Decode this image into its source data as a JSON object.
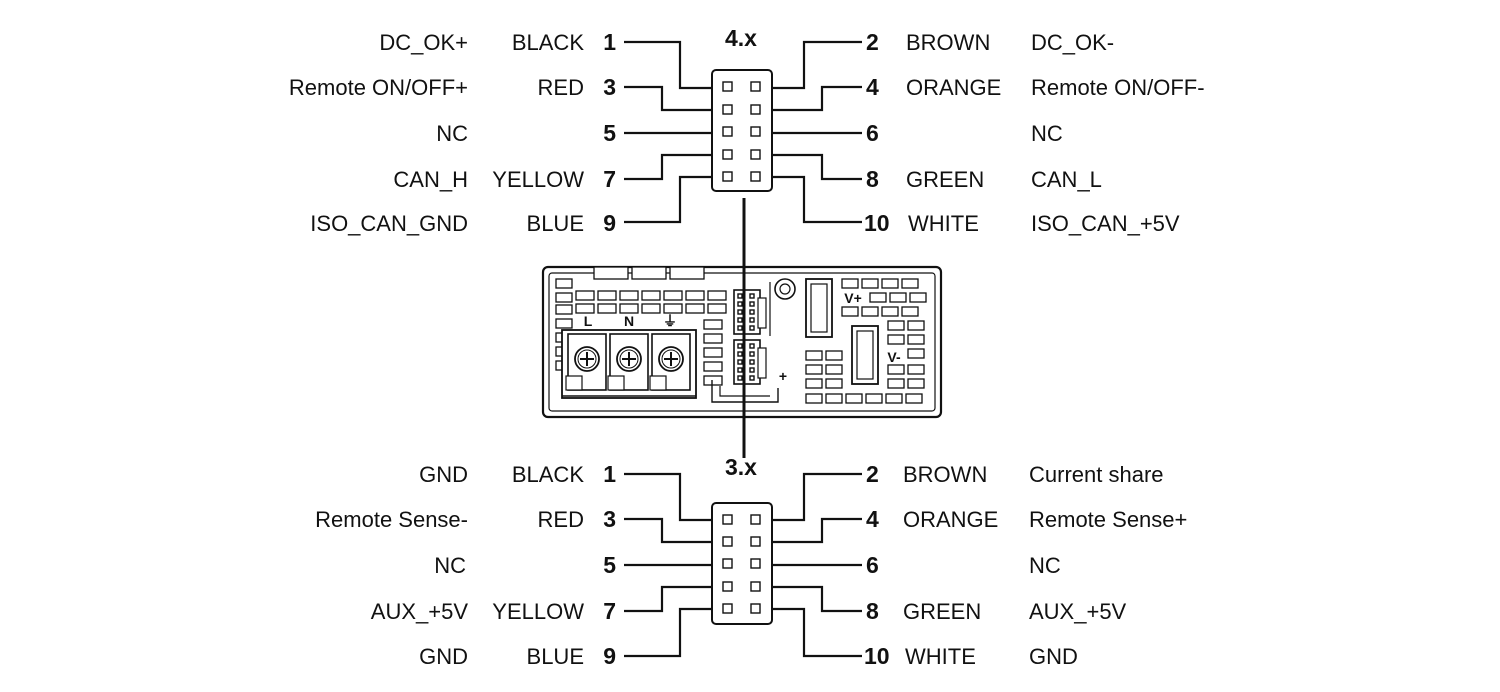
{
  "connectors": [
    {
      "id": "upper",
      "title": "4.x",
      "pins": [
        {
          "num": "1",
          "color": "BLACK",
          "signal": "DC_OK+"
        },
        {
          "num": "2",
          "color": "BROWN",
          "signal": "DC_OK-"
        },
        {
          "num": "3",
          "color": "RED",
          "signal": "Remote ON/OFF+"
        },
        {
          "num": "4",
          "color": "ORANGE",
          "signal": "Remote ON/OFF-"
        },
        {
          "num": "5",
          "color": "",
          "signal": "NC"
        },
        {
          "num": "6",
          "color": "",
          "signal": "NC"
        },
        {
          "num": "7",
          "color": "YELLOW",
          "signal": "CAN_H"
        },
        {
          "num": "8",
          "color": "GREEN",
          "signal": "CAN_L"
        },
        {
          "num": "9",
          "color": "BLUE",
          "signal": "ISO_CAN_GND"
        },
        {
          "num": "10",
          "color": "WHITE",
          "signal": "ISO_CAN_+5V"
        }
      ]
    },
    {
      "id": "lower",
      "title": "3.x",
      "pins": [
        {
          "num": "1",
          "color": "BLACK",
          "signal": "GND"
        },
        {
          "num": "2",
          "color": "BROWN",
          "signal": "Current share"
        },
        {
          "num": "3",
          "color": "RED",
          "signal": "Remote Sense-"
        },
        {
          "num": "4",
          "color": "ORANGE",
          "signal": "Remote Sense+"
        },
        {
          "num": "5",
          "color": "",
          "signal": "NC"
        },
        {
          "num": "6",
          "color": "",
          "signal": "NC"
        },
        {
          "num": "7",
          "color": "YELLOW",
          "signal": "AUX_+5V"
        },
        {
          "num": "8",
          "color": "GREEN",
          "signal": "AUX_+5V"
        },
        {
          "num": "9",
          "color": "BLUE",
          "signal": "GND"
        },
        {
          "num": "10",
          "color": "WHITE",
          "signal": "GND"
        }
      ]
    }
  ],
  "panel": {
    "terminals": [
      "L",
      "N"
    ],
    "ground_symbol": "⏚",
    "outputs": [
      "V+",
      "V-"
    ],
    "adjust_symbol": "+"
  }
}
